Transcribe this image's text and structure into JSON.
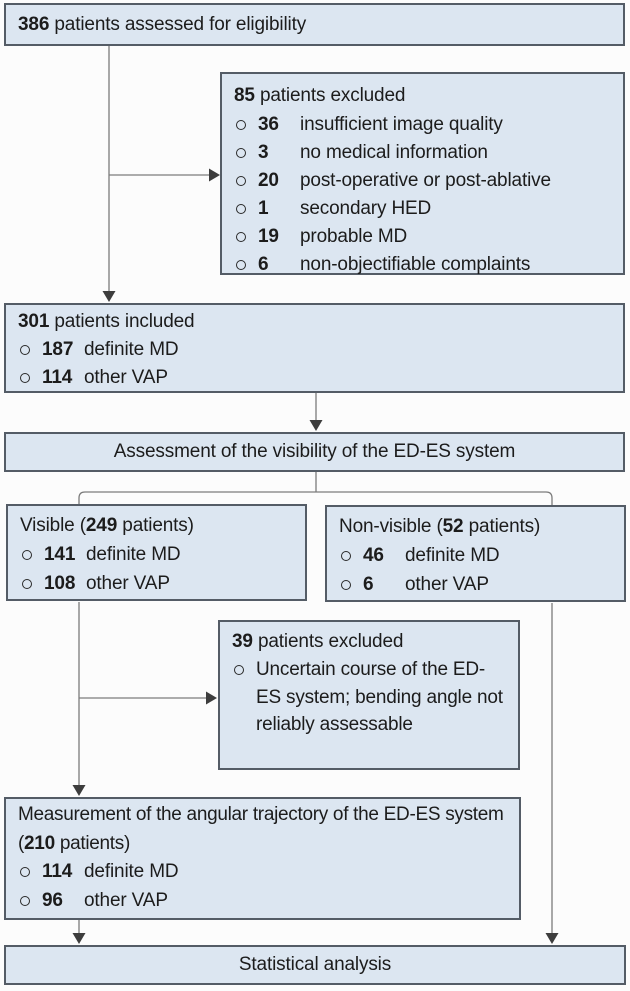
{
  "colors": {
    "box_fill": "#dce6f1",
    "box_border": "#545c66",
    "connector_line": "#7b7b7b",
    "arrowhead": "#3d3d3d",
    "text": "#1c1c1c"
  },
  "boxes": {
    "eligibility": {
      "number": "386",
      "rest": " patients assessed for eligibility"
    },
    "excluded_top": {
      "number": "85",
      "rest": " patients excluded",
      "items": [
        {
          "n": "36",
          "label": "insufficient image quality"
        },
        {
          "n": "3",
          "label": "no medical information"
        },
        {
          "n": "20",
          "label": "post-operative or post-ablative"
        },
        {
          "n": "1",
          "label": "secondary HED"
        },
        {
          "n": "19",
          "label": "probable MD"
        },
        {
          "n": "6",
          "label": "non-objectifiable complaints"
        }
      ]
    },
    "included": {
      "number": "301",
      "rest": " patients included",
      "items": [
        {
          "n": "187",
          "label": "definite MD"
        },
        {
          "n": "114",
          "label": "other VAP"
        }
      ]
    },
    "assessment": {
      "label": "Assessment of the visibility of the ED-ES system"
    },
    "visible": {
      "pre": "Visible (",
      "number": "249",
      "post": " patients)",
      "items": [
        {
          "n": "141",
          "label": "definite MD"
        },
        {
          "n": "108",
          "label": "other VAP"
        }
      ]
    },
    "non_visible": {
      "pre": "Non-visible (",
      "number": "52",
      "post": " patients)",
      "items": [
        {
          "n": "46",
          "label": "definite MD"
        },
        {
          "n": "6",
          "label": "other VAP"
        }
      ]
    },
    "excluded_mid": {
      "number": "39",
      "rest": " patients excluded",
      "bullet": "Uncertain course of the ED-ES system; bending angle not reliably assessable"
    },
    "measurement": {
      "pre": "Measurement of the angular trajectory of the ED-ES system (",
      "number": "210",
      "post": " patients)",
      "items": [
        {
          "n": "114",
          "label": "definite MD"
        },
        {
          "n": "96",
          "label": "other VAP"
        }
      ]
    },
    "statistical": {
      "label": "Statistical analysis"
    }
  }
}
